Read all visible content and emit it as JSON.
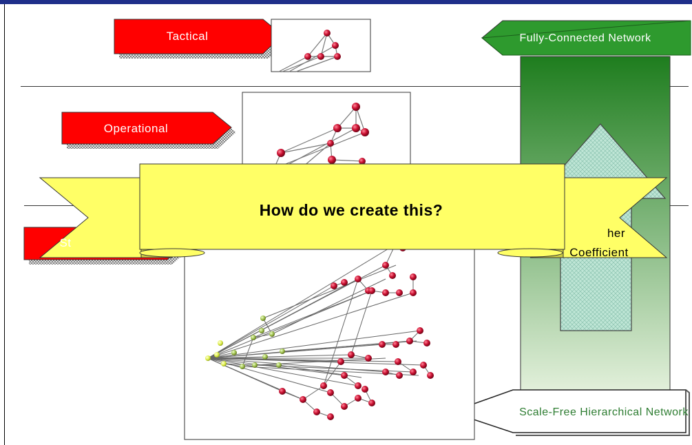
{
  "labels": {
    "tactical": "Tactical",
    "operational": "Operational",
    "strategic": "St",
    "fully_connected": "Fully-Connected Network",
    "scale_free": "Scale-Free Hierarchical  Network",
    "clustering_line1": "her",
    "clustering_line2": "Coefficient"
  },
  "banner": {
    "text": "How do we create this?"
  },
  "colors": {
    "tactical_arrow": "#ff0000",
    "green_arrow": "#2e9a2e",
    "banner_fill": "#ffff66",
    "node_red": "#cc1133",
    "node_green": "#99bb44",
    "node_yellow": "#ddee44",
    "title_bar": "#1f2f8a"
  },
  "icons": {
    "hierarchy_arrow": "up-arrow-icon",
    "network": "network-graph-icon"
  }
}
